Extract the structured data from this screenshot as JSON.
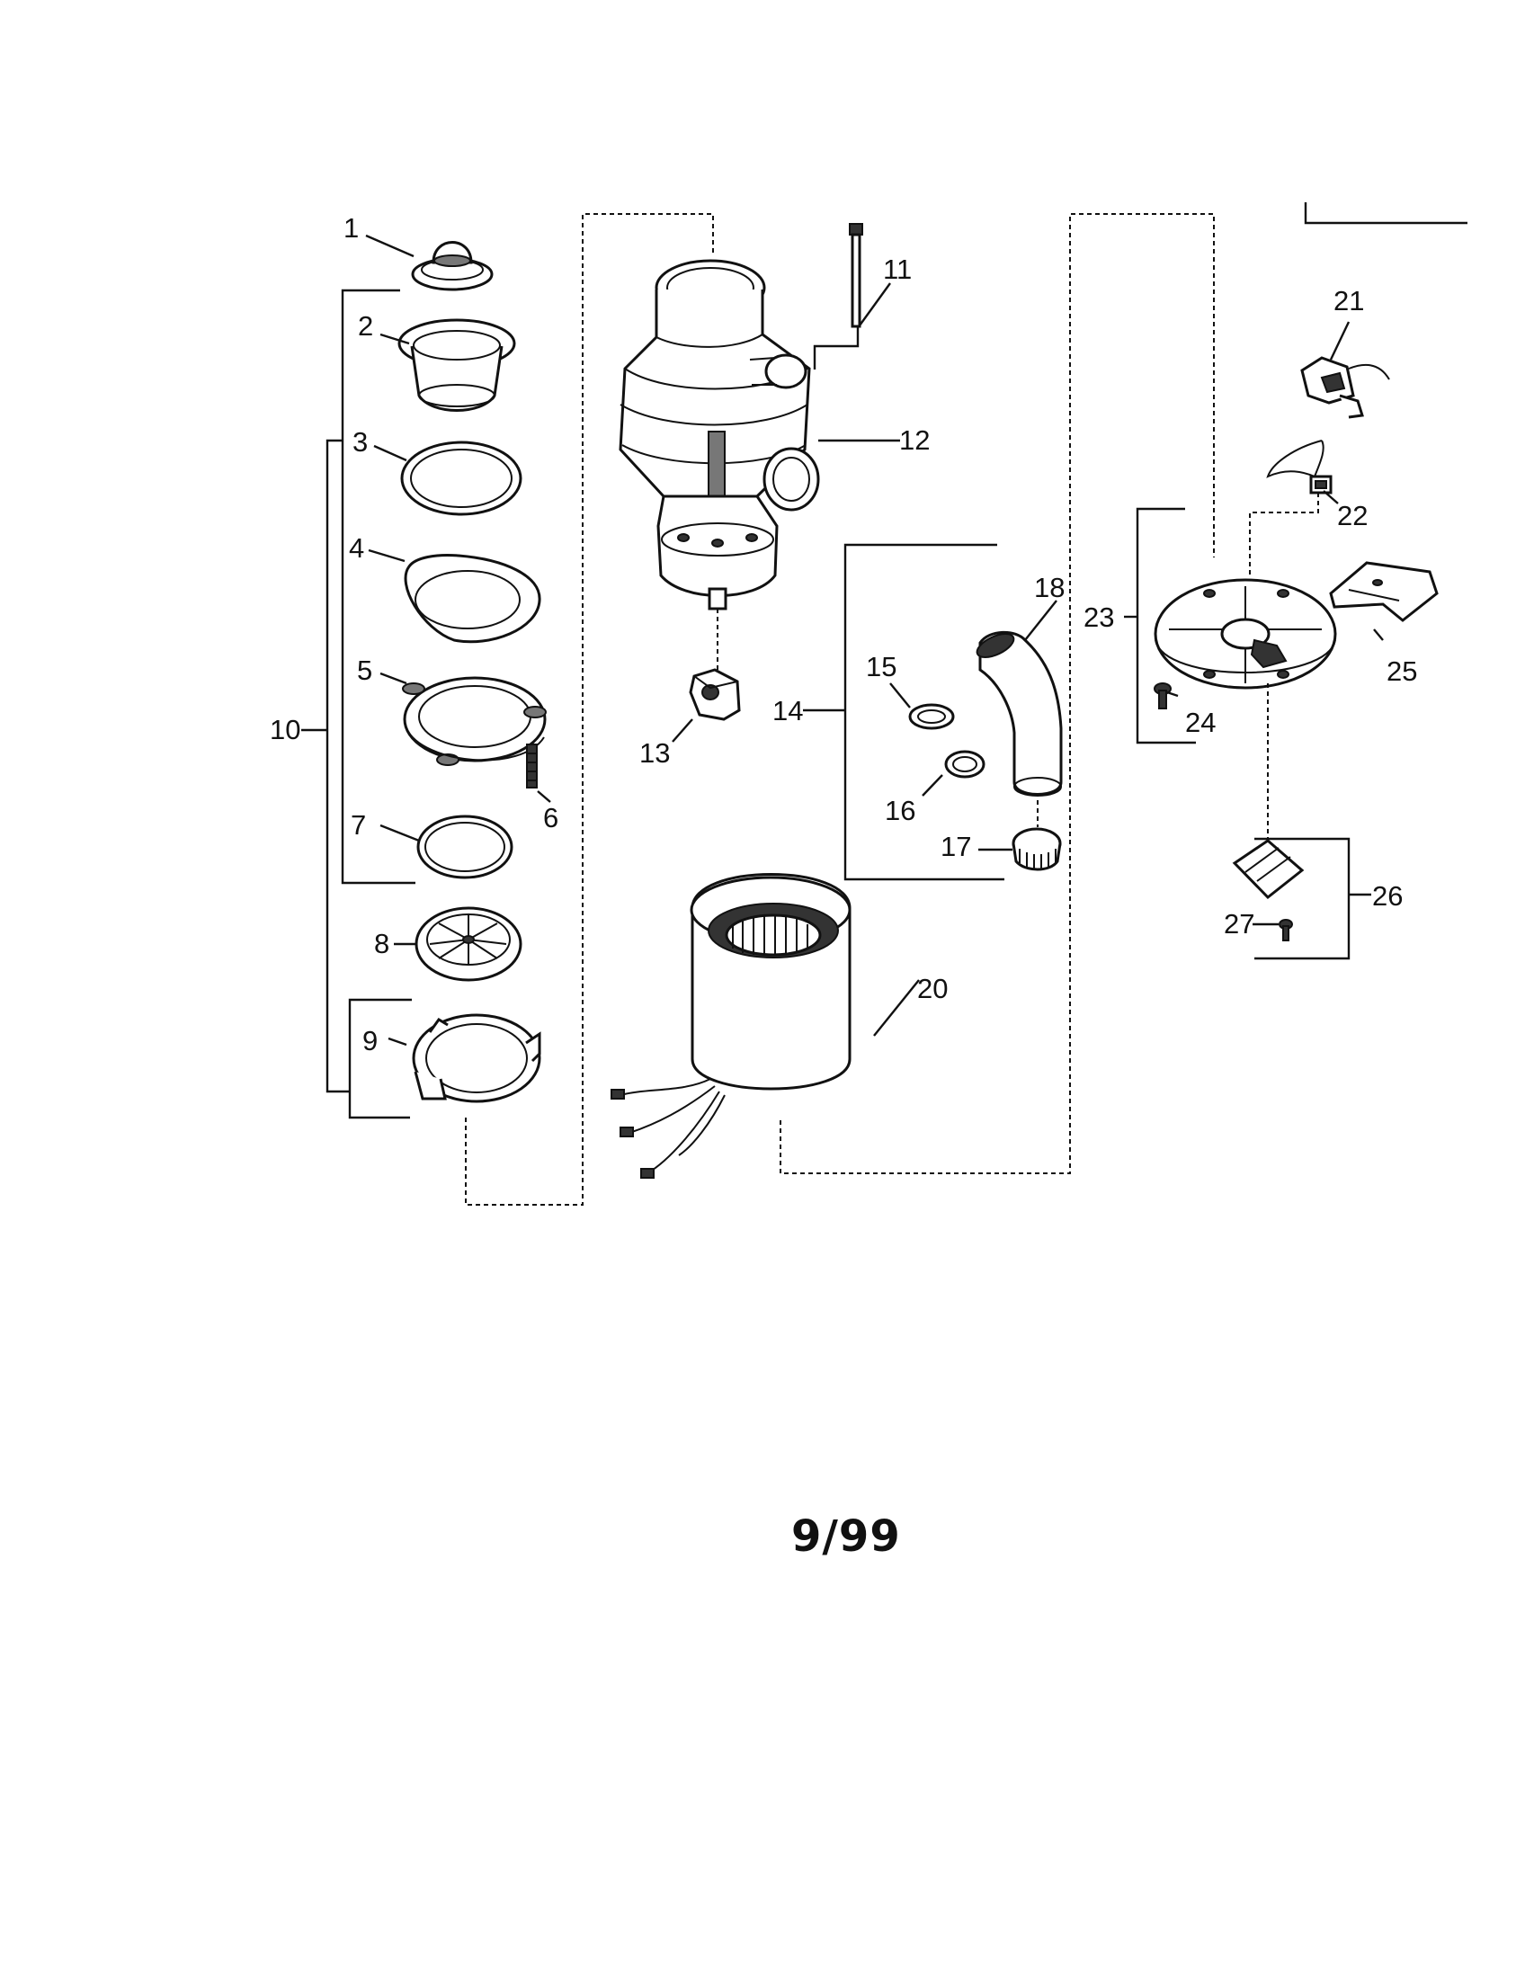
{
  "callouts": {
    "c1": "1",
    "c2": "2",
    "c3": "3",
    "c4": "4",
    "c5": "5",
    "c6": "6",
    "c7": "7",
    "c8": "8",
    "c9": "9",
    "c10": "10",
    "c11": "11",
    "c12": "12",
    "c13": "13",
    "c14": "14",
    "c15": "15",
    "c16": "16",
    "c17": "17",
    "c18": "18",
    "c20": "20",
    "c21": "21",
    "c22": "22",
    "c23": "23",
    "c24": "24",
    "c25": "25",
    "c26": "26",
    "c27": "27"
  },
  "footer": {
    "date_code": "9/99"
  }
}
